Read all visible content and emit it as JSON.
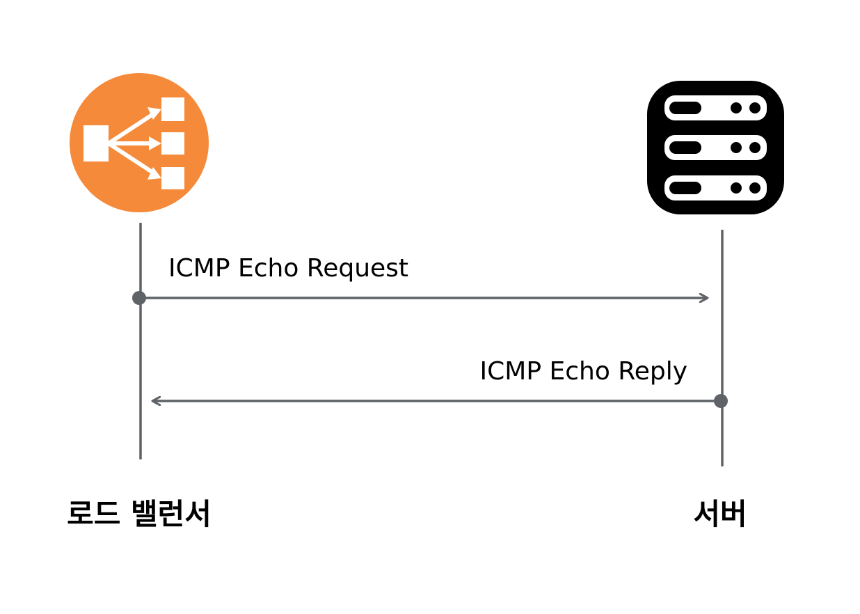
{
  "colors": {
    "load_balancer_fill": "#F58A3A",
    "icon_fg": "#FFFFFF",
    "server_icon": "#000000",
    "line": "#5F6368",
    "text": "#000000"
  },
  "actors": [
    {
      "id": "load-balancer",
      "label": "로드 밸런서",
      "icon": "load-balancer-icon"
    },
    {
      "id": "server",
      "label": "서버",
      "icon": "server-icon"
    }
  ],
  "messages": [
    {
      "label": "ICMP Echo Request",
      "from": "load-balancer",
      "to": "server"
    },
    {
      "label": "ICMP Echo Reply",
      "from": "server",
      "to": "load-balancer"
    }
  ]
}
